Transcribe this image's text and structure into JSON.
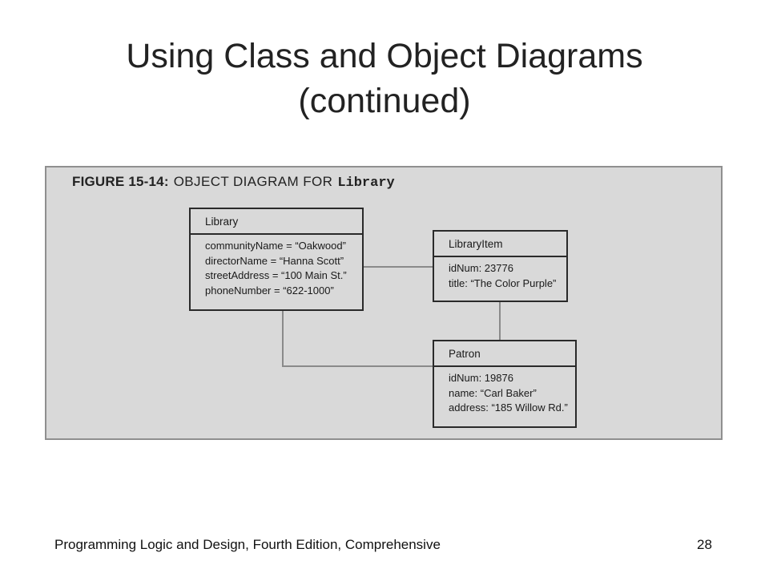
{
  "slide": {
    "title_line1": "Using Class and Object Diagrams",
    "title_line2": "(continued)"
  },
  "figure": {
    "number": "FIGURE 15-14:",
    "title": "OBJECT DIAGRAM FOR",
    "code": "Library",
    "objects": {
      "library": {
        "name": "Library",
        "attributes": [
          "communityName = “Oakwood”",
          "directorName = “Hanna Scott”",
          "streetAddress = “100 Main St.”",
          "phoneNumber = “622-1000”"
        ]
      },
      "library_item": {
        "name": "LibraryItem",
        "attributes": [
          "idNum: 23776",
          "title: “The Color Purple”"
        ]
      },
      "patron": {
        "name": "Patron",
        "attributes": [
          "idNum: 19876",
          "name: “Carl Baker”",
          "address: “185 Willow Rd.”"
        ]
      }
    }
  },
  "footer": {
    "book": "Programming Logic and Design, Fourth Edition, Comprehensive",
    "page": "28"
  }
}
